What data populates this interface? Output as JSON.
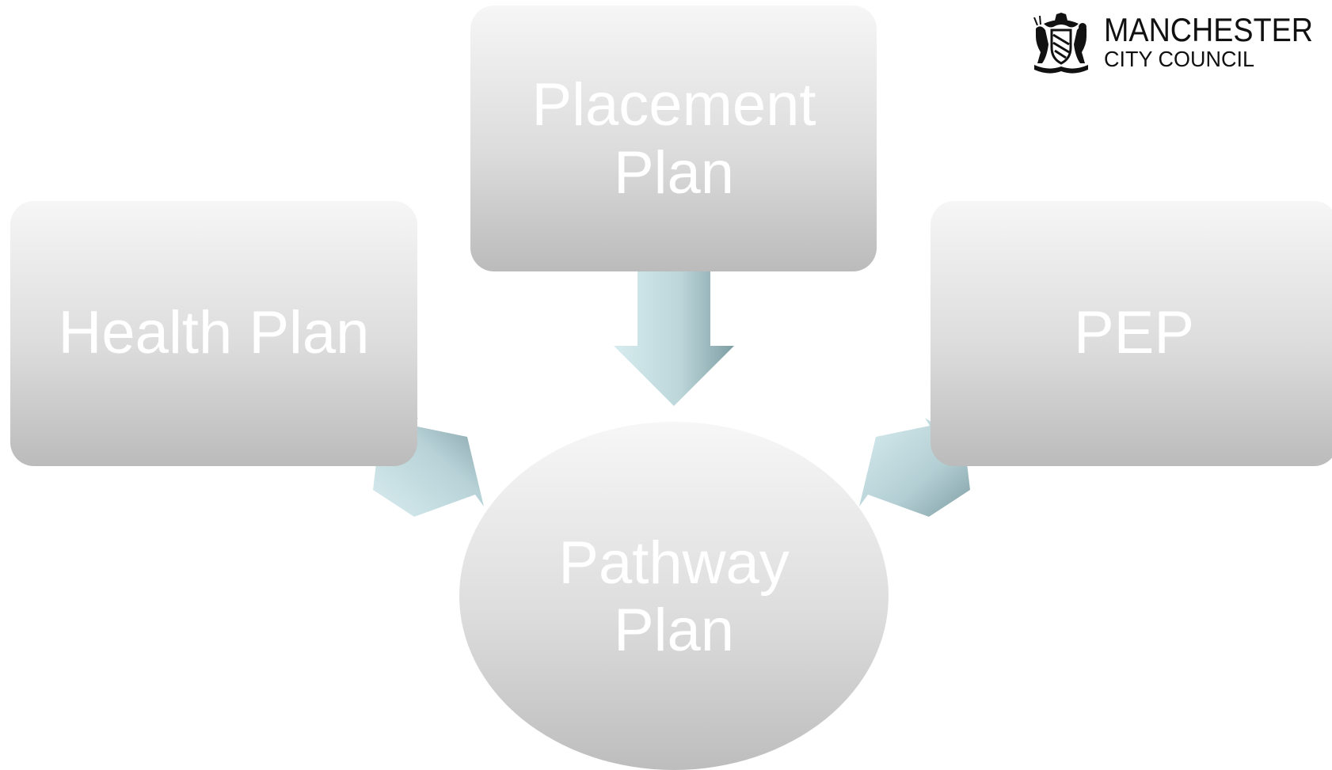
{
  "logo": {
    "line1": "MANCHESTER",
    "line2": "CITY COUNCIL",
    "crest_icon": "coat-of-arms-icon"
  },
  "nodes": {
    "placement_plan": {
      "line1": "Placement",
      "line2": "Plan"
    },
    "health_plan": {
      "label": "Health Plan"
    },
    "pep": {
      "label": "PEP"
    },
    "pathway_plan": {
      "line1": "Pathway",
      "line2": "Plan"
    }
  },
  "colors": {
    "box_gradient_top": "#f6f6f6",
    "box_gradient_bottom": "#bcbcbc",
    "arrow_light": "#d3e8ec",
    "arrow_dark": "#88a7ad",
    "text": "#ffffff"
  },
  "connections": [
    {
      "from": "Placement Plan",
      "to": "Pathway Plan"
    },
    {
      "from": "Health Plan",
      "to": "Pathway Plan"
    },
    {
      "from": "PEP",
      "to": "Pathway Plan"
    }
  ]
}
